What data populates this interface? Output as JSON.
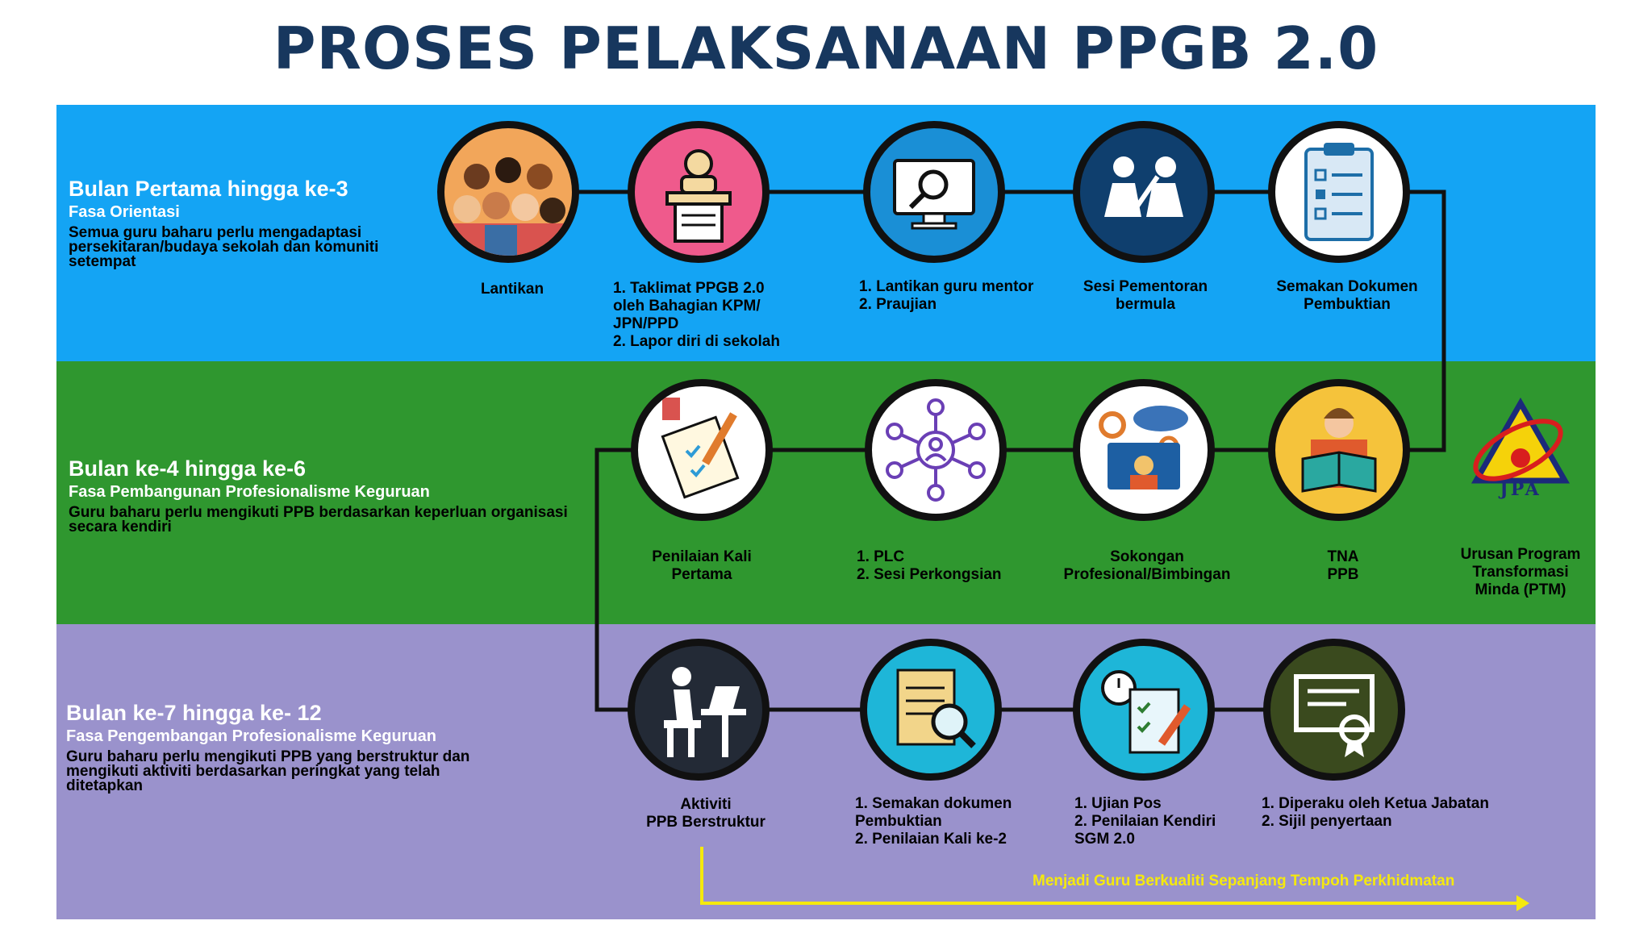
{
  "title": "PROSES PELAKSANAAN PPGB 2.0",
  "colors": {
    "title": "#17375e",
    "band1": "#14a4f4",
    "band2": "#2f972f",
    "band3": "#9a92cc",
    "arrow": "#f5e90d"
  },
  "phases": [
    {
      "title": "Bulan Pertama hingga ke-3",
      "subtitle": "Fasa Orientasi",
      "description": "Semua guru baharu perlu mengadaptasi persekitaran/budaya sekolah dan komuniti setempat"
    },
    {
      "title": "Bulan ke-4 hingga ke-6",
      "subtitle": "Fasa Pembangunan Profesionalisme Keguruan",
      "description": "Guru baharu perlu mengikuti PPB berdasarkan keperluan organisasi secara kendiri"
    },
    {
      "title": "Bulan ke-7 hingga ke- 12",
      "subtitle": "Fasa Pengembangan Profesionalisme Keguruan",
      "description": "Guru baharu perlu mengikuti PPB yang berstruktur dan mengikuti aktiviti berdasarkan peringkat yang telah ditetapkan"
    }
  ],
  "stages_row1": [
    {
      "icon": "crowd-icon",
      "label": "Lantikan"
    },
    {
      "icon": "podium-icon",
      "label": "1. Taklimat PPGB 2.0\n    oleh Bahagian KPM/\n    JPN/PPD\n2. Lapor diri di sekolah"
    },
    {
      "icon": "monitor-search-icon",
      "label": "1. Lantikan guru mentor\n2. Praujian"
    },
    {
      "icon": "mentoring-icon",
      "label": "Sesi Pementoran\nbermula"
    },
    {
      "icon": "clipboard-checklist-icon",
      "label": "Semakan Dokumen\nPembuktian"
    }
  ],
  "stages_row2": [
    {
      "icon": "evaluation-icon",
      "label": "Penilaian Kali\nPertama"
    },
    {
      "icon": "network-people-icon",
      "label": "1. PLC\n2. Sesi Perkongsian"
    },
    {
      "icon": "support-gears-icon",
      "label": "Sokongan\nProfesional/Bimbingan"
    },
    {
      "icon": "reader-icon",
      "label": "TNA\nPPB"
    }
  ],
  "jpa": {
    "logo_text": "JPA",
    "label": "Urusan Program\nTransformasi\nMinda (PTM)"
  },
  "stages_row3": [
    {
      "icon": "desk-study-icon",
      "label": "Aktiviti\nPPB Berstruktur"
    },
    {
      "icon": "document-review-icon",
      "label": "1. Semakan dokumen\n    Pembuktian\n2. Penilaian Kali ke-2"
    },
    {
      "icon": "test-stopwatch-icon",
      "label": "1. Ujian Pos\n2. Penilaian Kendiri\n    SGM 2.0"
    },
    {
      "icon": "certificate-icon",
      "label": "1. Diperaku oleh Ketua Jabatan\n2. Sijil penyertaan"
    }
  ],
  "footer": "Menjadi Guru Berkualiti Sepanjang Tempoh Perkhidmatan"
}
